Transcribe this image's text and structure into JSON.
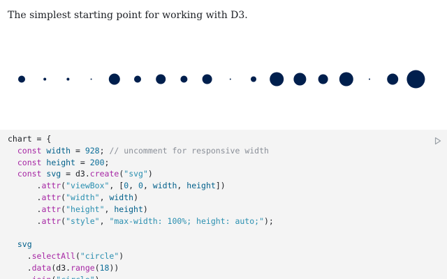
{
  "intro": {
    "text": "The simplest starting point for working with D3."
  },
  "colors": {
    "circle_fill": "#001f4d",
    "code_background": "#f4f4f4",
    "run_icon": "#9aa0a6"
  },
  "output": {
    "circle_radii": [
      5,
      2,
      2,
      1,
      8,
      5,
      7,
      5,
      7,
      1,
      4,
      10,
      9,
      7,
      10,
      1,
      8,
      13
    ]
  },
  "run_button": {
    "icon": "play-icon"
  },
  "code": {
    "lines": [
      [
        {
          "t": "var",
          "v": "chart"
        },
        {
          "t": "punct",
          "v": " = {"
        }
      ],
      [
        {
          "t": "punct",
          "v": "  "
        },
        {
          "t": "keyword",
          "v": "const"
        },
        {
          "t": "punct",
          "v": " "
        },
        {
          "t": "def",
          "v": "width"
        },
        {
          "t": "punct",
          "v": " = "
        },
        {
          "t": "number",
          "v": "928"
        },
        {
          "t": "punct",
          "v": "; "
        },
        {
          "t": "comment",
          "v": "// uncomment for responsive width"
        }
      ],
      [
        {
          "t": "punct",
          "v": "  "
        },
        {
          "t": "keyword",
          "v": "const"
        },
        {
          "t": "punct",
          "v": " "
        },
        {
          "t": "def",
          "v": "height"
        },
        {
          "t": "punct",
          "v": " = "
        },
        {
          "t": "number",
          "v": "200"
        },
        {
          "t": "punct",
          "v": ";"
        }
      ],
      [
        {
          "t": "punct",
          "v": "  "
        },
        {
          "t": "keyword",
          "v": "const"
        },
        {
          "t": "punct",
          "v": " "
        },
        {
          "t": "def",
          "v": "svg"
        },
        {
          "t": "punct",
          "v": " = "
        },
        {
          "t": "var",
          "v": "d3"
        },
        {
          "t": "punct",
          "v": "."
        },
        {
          "t": "prop",
          "v": "create"
        },
        {
          "t": "punct",
          "v": "("
        },
        {
          "t": "string",
          "v": "\"svg\""
        },
        {
          "t": "punct",
          "v": ")"
        }
      ],
      [
        {
          "t": "punct",
          "v": "      ."
        },
        {
          "t": "prop",
          "v": "attr"
        },
        {
          "t": "punct",
          "v": "("
        },
        {
          "t": "string",
          "v": "\"viewBox\""
        },
        {
          "t": "punct",
          "v": ", ["
        },
        {
          "t": "number",
          "v": "0"
        },
        {
          "t": "punct",
          "v": ", "
        },
        {
          "t": "number",
          "v": "0"
        },
        {
          "t": "punct",
          "v": ", "
        },
        {
          "t": "def",
          "v": "width"
        },
        {
          "t": "punct",
          "v": ", "
        },
        {
          "t": "def",
          "v": "height"
        },
        {
          "t": "punct",
          "v": "])"
        }
      ],
      [
        {
          "t": "punct",
          "v": "      ."
        },
        {
          "t": "prop",
          "v": "attr"
        },
        {
          "t": "punct",
          "v": "("
        },
        {
          "t": "string",
          "v": "\"width\""
        },
        {
          "t": "punct",
          "v": ", "
        },
        {
          "t": "def",
          "v": "width"
        },
        {
          "t": "punct",
          "v": ")"
        }
      ],
      [
        {
          "t": "punct",
          "v": "      ."
        },
        {
          "t": "prop",
          "v": "attr"
        },
        {
          "t": "punct",
          "v": "("
        },
        {
          "t": "string",
          "v": "\"height\""
        },
        {
          "t": "punct",
          "v": ", "
        },
        {
          "t": "def",
          "v": "height"
        },
        {
          "t": "punct",
          "v": ")"
        }
      ],
      [
        {
          "t": "punct",
          "v": "      ."
        },
        {
          "t": "prop",
          "v": "attr"
        },
        {
          "t": "punct",
          "v": "("
        },
        {
          "t": "string",
          "v": "\"style\""
        },
        {
          "t": "punct",
          "v": ", "
        },
        {
          "t": "string",
          "v": "\"max-width: 100%; height: auto;\""
        },
        {
          "t": "punct",
          "v": ");"
        }
      ],
      [
        {
          "t": "punct",
          "v": ""
        }
      ],
      [
        {
          "t": "punct",
          "v": "  "
        },
        {
          "t": "def",
          "v": "svg"
        }
      ],
      [
        {
          "t": "punct",
          "v": "    ."
        },
        {
          "t": "prop",
          "v": "selectAll"
        },
        {
          "t": "punct",
          "v": "("
        },
        {
          "t": "string",
          "v": "\"circle\""
        },
        {
          "t": "punct",
          "v": ")"
        }
      ],
      [
        {
          "t": "punct",
          "v": "    ."
        },
        {
          "t": "prop",
          "v": "data"
        },
        {
          "t": "punct",
          "v": "("
        },
        {
          "t": "var",
          "v": "d3"
        },
        {
          "t": "punct",
          "v": "."
        },
        {
          "t": "prop",
          "v": "range"
        },
        {
          "t": "punct",
          "v": "("
        },
        {
          "t": "number",
          "v": "18"
        },
        {
          "t": "punct",
          "v": "))"
        }
      ],
      [
        {
          "t": "punct",
          "v": "    ."
        },
        {
          "t": "prop",
          "v": "join"
        },
        {
          "t": "punct",
          "v": "("
        },
        {
          "t": "string",
          "v": "\"circle\""
        },
        {
          "t": "punct",
          "v": ")"
        }
      ]
    ]
  }
}
